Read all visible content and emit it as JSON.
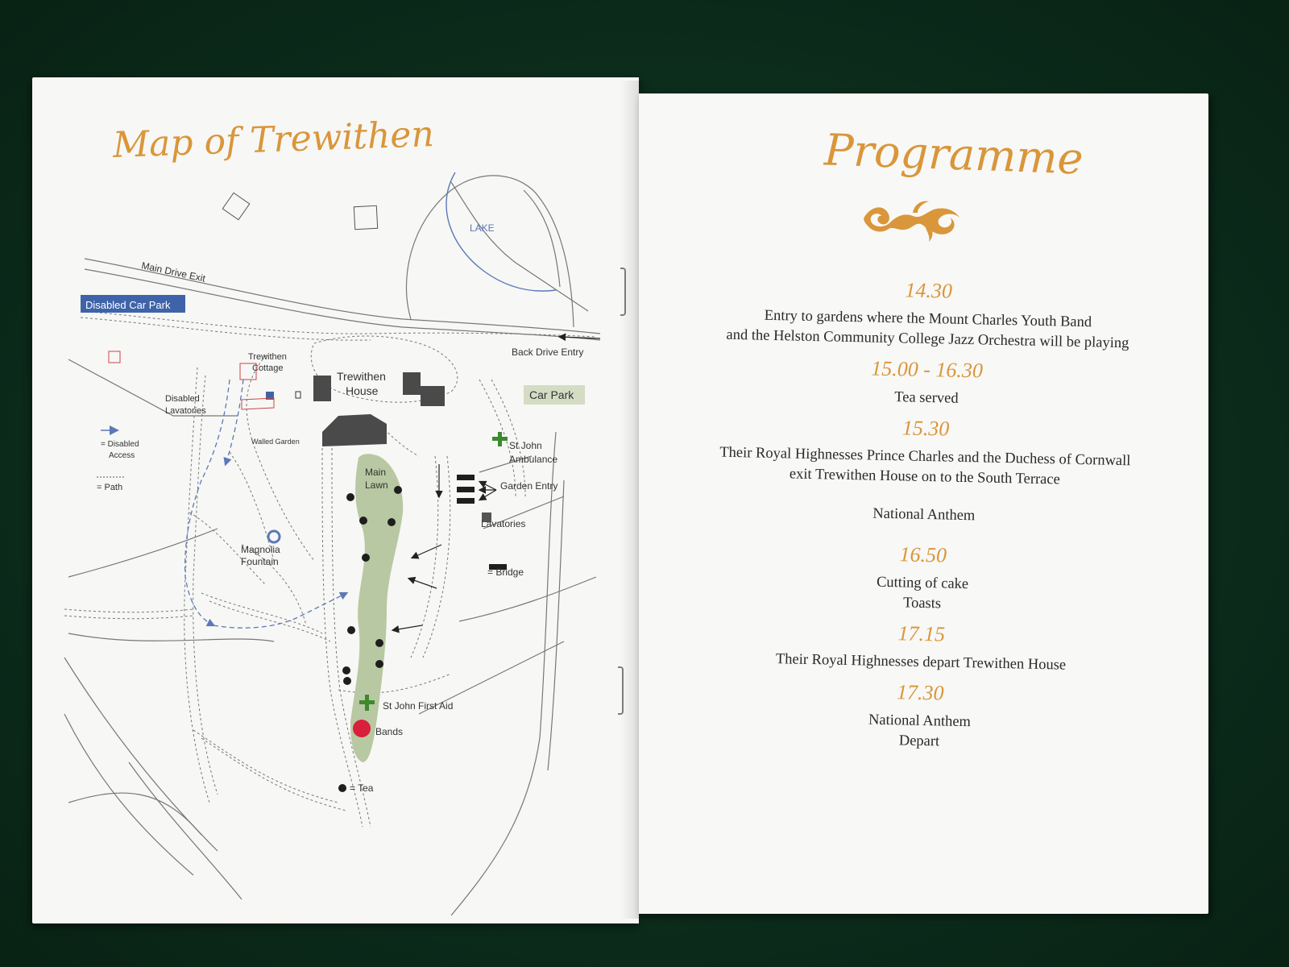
{
  "map_page": {
    "title": "Map of Trewithen",
    "labels": {
      "lake": "LAKE",
      "main_drive_exit": "Main Drive Exit",
      "disabled_car_park": "Disabled Car Park",
      "back_drive_entry": "Back Drive Entry",
      "trewithen_cottage_1": "Trewithen",
      "trewithen_cottage_2": "Cottage",
      "trewithen_house_1": "Trewithen",
      "trewithen_house_2": "House",
      "car_park": "Car Park",
      "disabled_lavatories_1": "Disabled",
      "disabled_lavatories_2": "Lavatories",
      "walled_garden": "Walled Garden",
      "st_john_ambulance_1": "St John",
      "st_john_ambulance_2": "Ambulance",
      "main_lawn_1": "Main",
      "main_lawn_2": "Lawn",
      "garden_entry": "Garden Entry",
      "lavatories": "Lavatories",
      "magnolia_fountain_1": "Magnolia",
      "magnolia_fountain_2": "Fountain",
      "bridge_legend": "= Bridge",
      "disabled_access_legend_1": "= Disabled",
      "disabled_access_legend_2": "Access",
      "path_legend": "= Path",
      "st_john_first_aid": "St John First Aid",
      "bands": "Bands",
      "tea_legend": "= Tea"
    },
    "colors": {
      "lawn": "#b8c8a2",
      "path_blue": "#5b78b8",
      "disabled_car_park_bg": "#3f63a8",
      "car_park_bg": "#d4dcc4",
      "cross_green": "#3d8a2e",
      "bands_red": "#d81f3c",
      "building": "#4a4a4a"
    }
  },
  "programme_page": {
    "title": "Programme",
    "events": [
      {
        "time": "14.30",
        "lines": [
          "Entry to gardens where the Mount Charles Youth Band",
          "and the Helston Community College Jazz Orchestra will be playing"
        ]
      },
      {
        "time": "15.00 - 16.30",
        "lines": [
          "Tea served"
        ]
      },
      {
        "time": "15.30",
        "lines": [
          "Their Royal Highnesses Prince Charles and the Duchess of Cornwall",
          "exit Trewithen House on to the South Terrace"
        ]
      },
      {
        "time": "",
        "lines": [
          "National Anthem"
        ]
      },
      {
        "time": "16.50",
        "lines": [
          "Cutting of cake",
          "Toasts"
        ]
      },
      {
        "time": "17.15",
        "lines": [
          "Their Royal Highnesses depart Trewithen House"
        ]
      },
      {
        "time": "17.30",
        "lines": [
          "National Anthem",
          "Depart"
        ]
      }
    ],
    "colors": {
      "accent": "#d9963a",
      "text": "#2a2a2a"
    }
  }
}
